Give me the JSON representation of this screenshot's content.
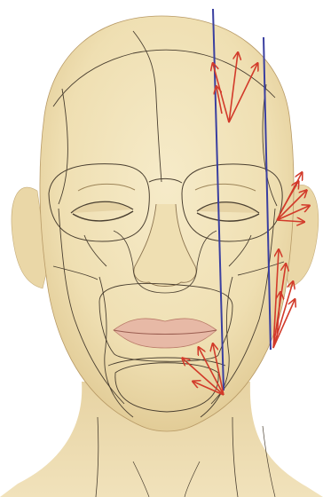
{
  "diagram": {
    "subject": "face-zones-with-vectors",
    "colors": {
      "background": "#ffffff",
      "skin": "#f2e4bd",
      "skin_shadow": "#e3cf9c",
      "zone_lines": "#4a3f30",
      "vertical_lines": "#3a3fa0",
      "arrows": "#d23a2a",
      "lips": "#e7b9a6",
      "eyelid": "#cdb58c"
    },
    "icons": [
      "face-drawing",
      "zone-line",
      "vertical-line",
      "arrow-vector"
    ]
  }
}
